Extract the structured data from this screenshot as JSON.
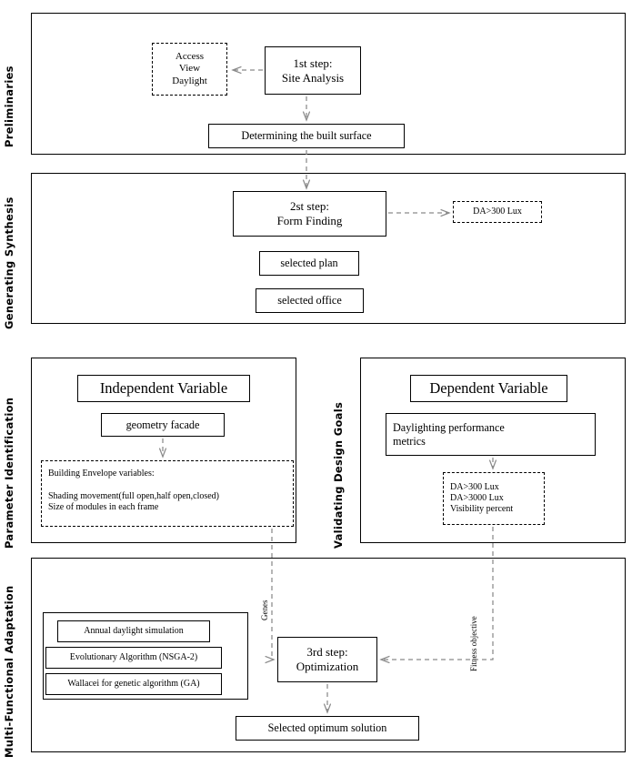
{
  "diagram": {
    "title": "Research methodology flowchart",
    "accent_color": "#000000",
    "dashed_color": "#808080"
  },
  "sections": [
    {
      "id": "preliminaries",
      "label": "Preliminaries"
    },
    {
      "id": "generating",
      "label": "Generating Synthesis"
    },
    {
      "id": "parameter",
      "label": "Parameter Identification"
    },
    {
      "id": "validating",
      "label": "Validating Design Goals"
    },
    {
      "id": "multifunc",
      "label": "Multi-Functional Adaptation"
    }
  ],
  "preliminaries": {
    "criteria_box": {
      "line1": "Access",
      "line2": "View",
      "line3": "Daylight"
    },
    "step1": {
      "line1": "1st step:",
      "line2": "Site Analysis"
    },
    "built_surface": "Determining  the built  surface"
  },
  "generating": {
    "step2": {
      "line1": "2st step:",
      "line2": "Form Finding"
    },
    "da_target": "DA>300 Lux",
    "selected_plan": "selected plan",
    "selected_office": "selected office"
  },
  "parameter": {
    "heading": "Independent Variable",
    "geometry": "geometry  facade",
    "envelope": {
      "line1": "Building  Envelope variables:",
      "line2": "Shading movement(full  open,half open,closed)",
      "line3": "Size  of modules in  each frame"
    }
  },
  "validating": {
    "heading": "Dependent Variable",
    "metrics": {
      "line1": "Daylighting  performance",
      "line2": "metrics"
    },
    "targets": {
      "line1": "DA>300 Lux",
      "line2": "DA>3000 Lux",
      "line3": "Visibility percent"
    }
  },
  "multifunc": {
    "tools": [
      "Annual daylight simulation",
      "Evolutionary Algorithm (NSGA-2)",
      "Wallacei  for genetic algorithm  (GA)"
    ],
    "step3": {
      "line1": "3rd step:",
      "line2": "Optimization"
    },
    "solution": "Selected optimum  solution"
  },
  "connectors": {
    "genes_label": "Genes",
    "fitness_label": "Fitness objective"
  }
}
